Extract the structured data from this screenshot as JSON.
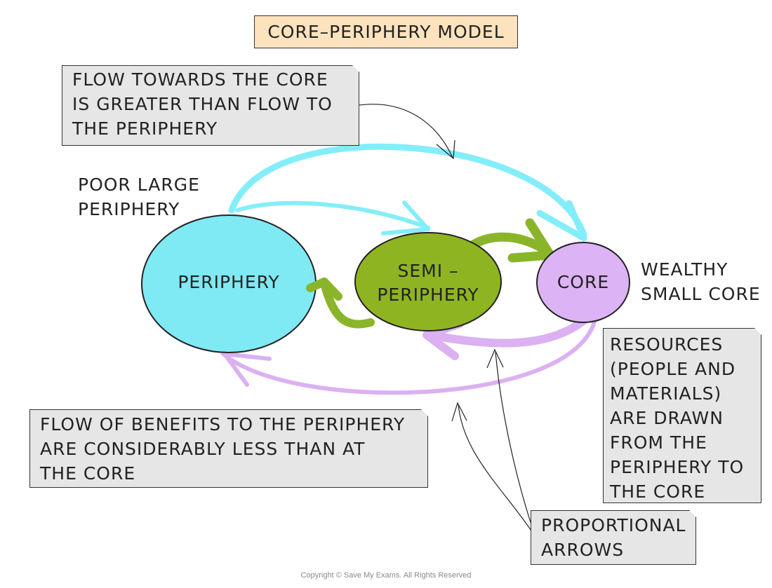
{
  "title": "CORE–PERIPHERY MODEL",
  "nodes": {
    "periphery": {
      "label": "PERIPHERY",
      "color": "#7fe9f4"
    },
    "semi_periphery": {
      "lines": [
        "SEMI –",
        "PERIPHERY"
      ],
      "color": "#8fb421"
    },
    "core": {
      "label": "CORE",
      "color": "#dcb3f4"
    }
  },
  "labels": {
    "poor": [
      "POOR LARGE",
      "PERIPHERY"
    ],
    "wealthy": [
      "WEALTHY",
      "SMALL CORE"
    ]
  },
  "notes": {
    "flow_towards_core": [
      "FLOW TOWARDS THE CORE",
      "IS GREATER THAN FLOW TO",
      "THE PERIPHERY"
    ],
    "benefits_flow": [
      "FLOW OF BENEFITS TO THE PERIPHERY",
      "ARE CONSIDERABLY LESS THAN AT",
      "THE CORE"
    ],
    "resources": [
      "RESOURCES",
      "(PEOPLE AND",
      "MATERIALS)",
      "ARE DRAWN",
      "FROM THE",
      "PERIPHERY TO",
      "THE CORE"
    ],
    "proportional_arrows": [
      "PROPORTIONAL",
      "ARROWS"
    ]
  },
  "colors": {
    "cyan_arrow": "#83eef9",
    "green_arrow": "#8ab52a",
    "lilac_arrow": "#dbb1f2",
    "title_fill": "#fde3bd",
    "note_fill": "#e6e6e6"
  },
  "copyright": "Copyright © Save My Exams. All Rights Reserved"
}
